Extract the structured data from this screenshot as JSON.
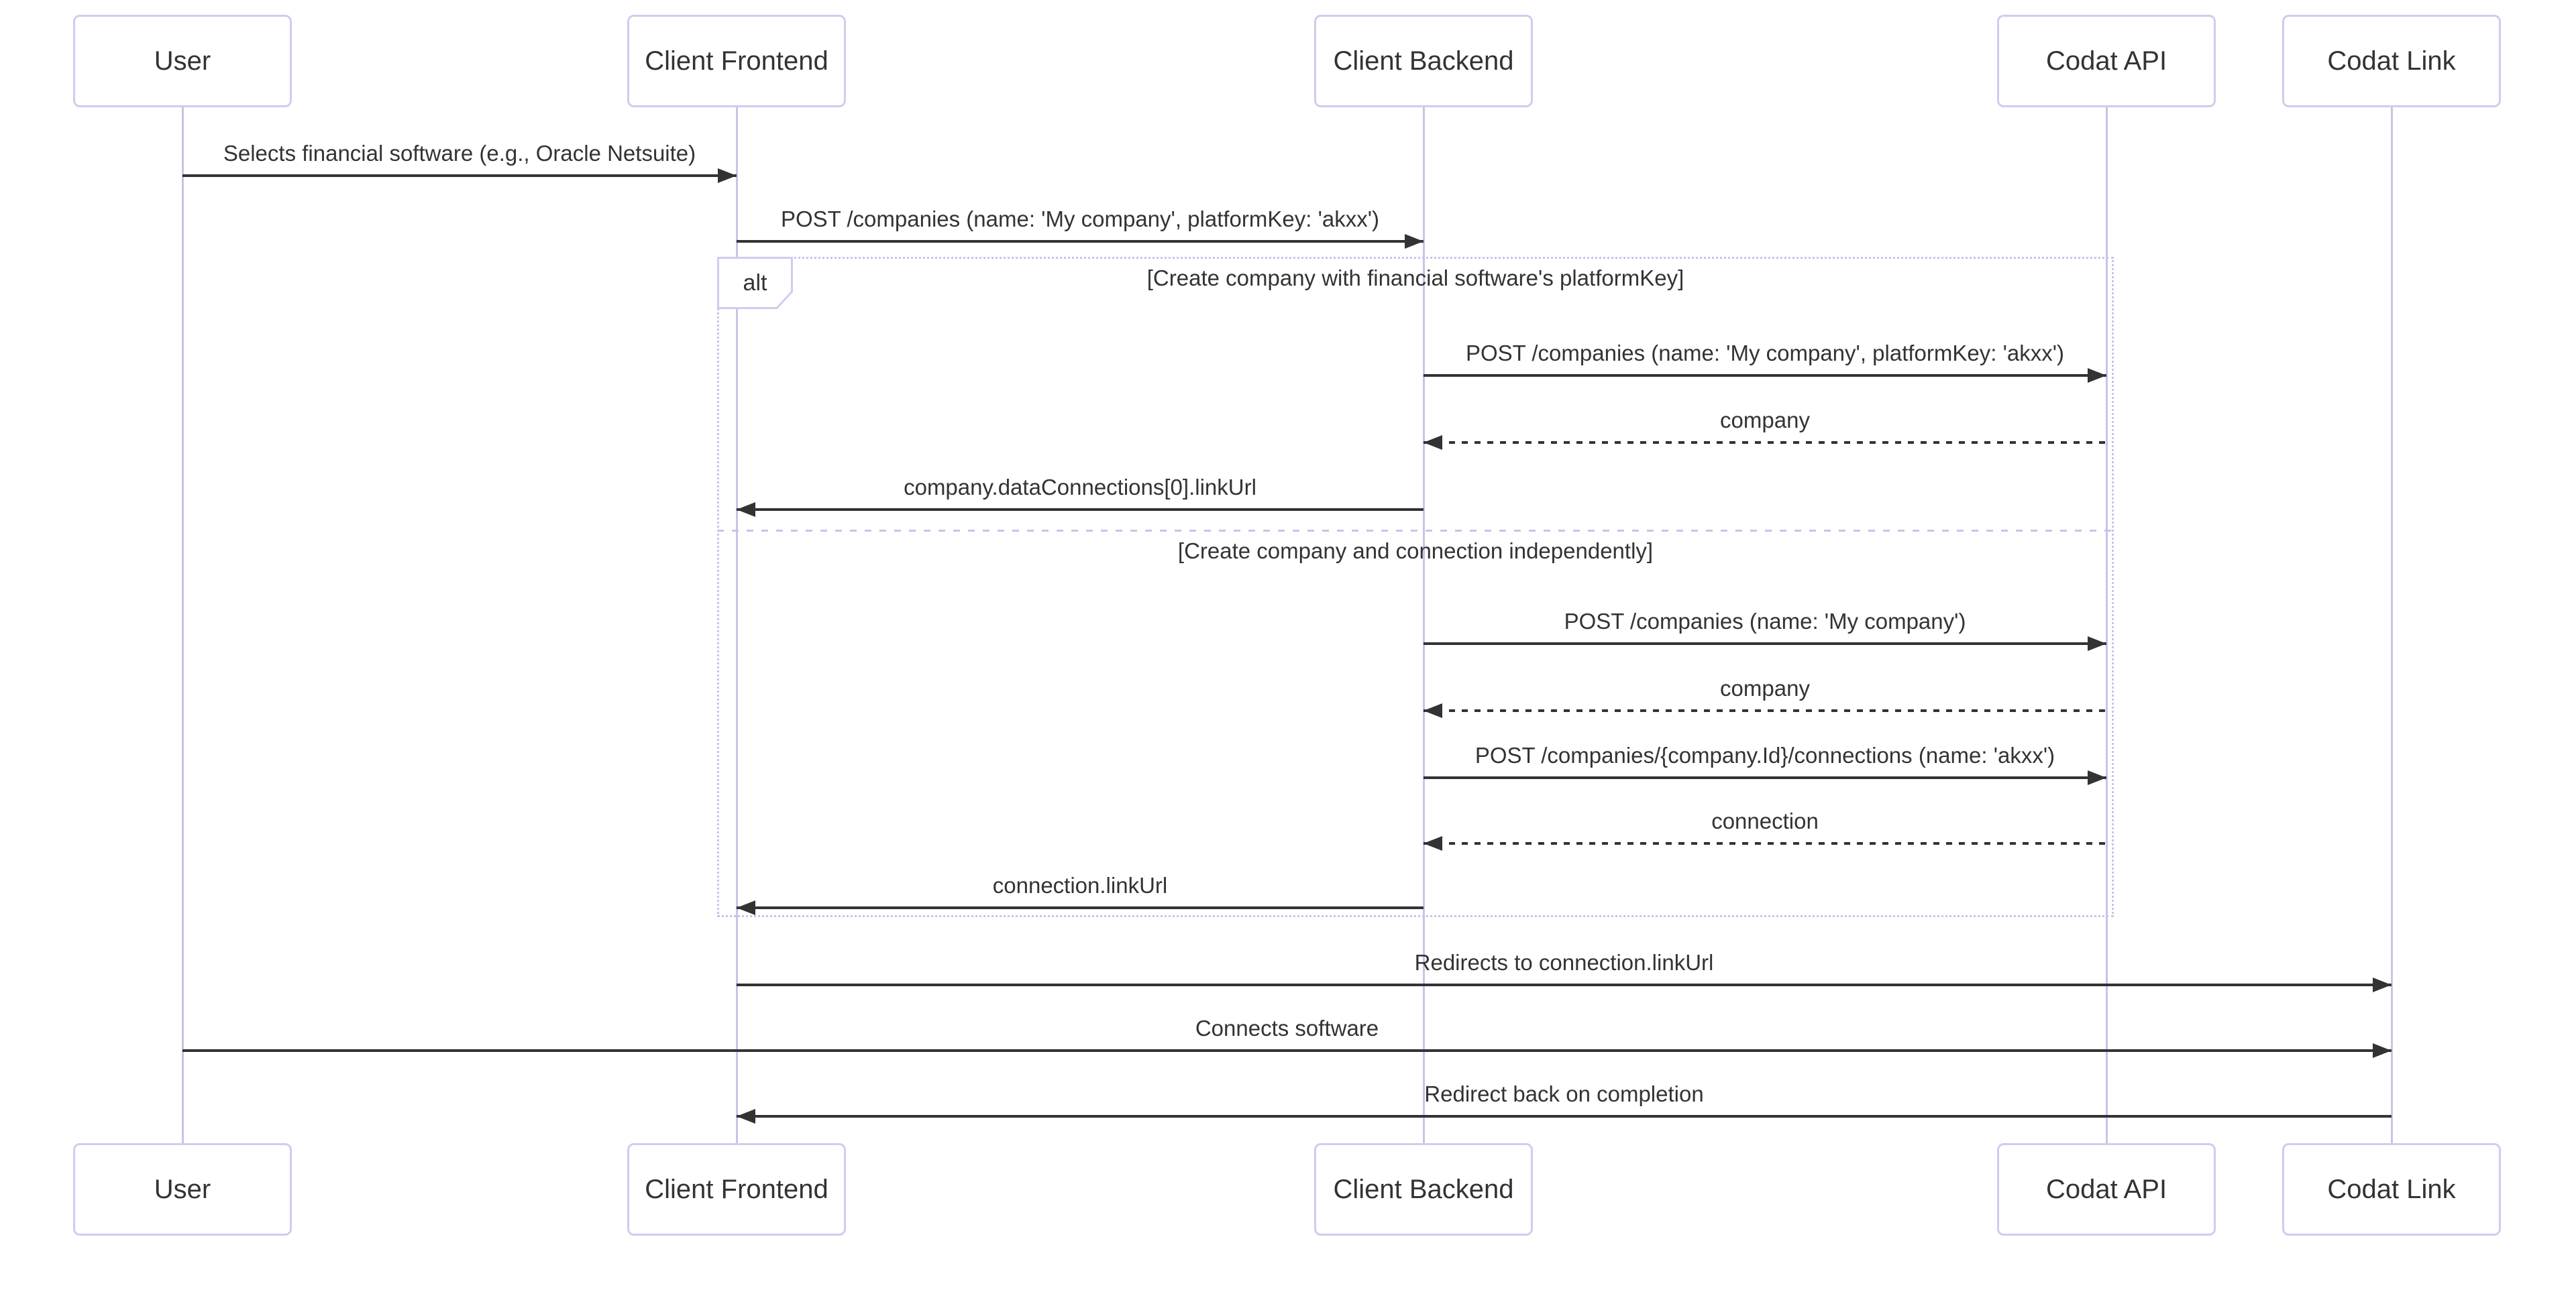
{
  "diagram": {
    "type": "sequence",
    "actors": [
      {
        "id": "user",
        "label": "User"
      },
      {
        "id": "client-frontend",
        "label": "Client Frontend"
      },
      {
        "id": "client-backend",
        "label": "Client Backend"
      },
      {
        "id": "codat-api",
        "label": "Codat API"
      },
      {
        "id": "codat-link",
        "label": "Codat Link"
      }
    ],
    "alt_block": {
      "operator": "alt",
      "sections": [
        {
          "label": "[Create company with financial software's platformKey]"
        },
        {
          "label": "[Create company and connection independently]"
        }
      ]
    },
    "messages": [
      {
        "from": "user",
        "to": "client-frontend",
        "style": "solid",
        "text": "Selects financial software (e.g., Oracle Netsuite)"
      },
      {
        "from": "client-frontend",
        "to": "client-backend",
        "style": "solid",
        "text": "POST /companies (name: 'My company', platformKey: 'akxx')"
      },
      {
        "from": "client-backend",
        "to": "codat-api",
        "style": "solid",
        "text": "POST /companies (name: 'My company', platformKey: 'akxx')",
        "section": 0
      },
      {
        "from": "codat-api",
        "to": "client-backend",
        "style": "dashed",
        "text": "company",
        "section": 0
      },
      {
        "from": "client-backend",
        "to": "client-frontend",
        "style": "solid",
        "text": "company.dataConnections[0].linkUrl",
        "section": 0
      },
      {
        "from": "client-backend",
        "to": "codat-api",
        "style": "solid",
        "text": "POST /companies (name: 'My company')",
        "section": 1
      },
      {
        "from": "codat-api",
        "to": "client-backend",
        "style": "dashed",
        "text": "company",
        "section": 1
      },
      {
        "from": "client-backend",
        "to": "codat-api",
        "style": "solid",
        "text": "POST /companies/{company.Id}/connections (name: 'akxx')",
        "section": 1
      },
      {
        "from": "codat-api",
        "to": "client-backend",
        "style": "dashed",
        "text": "connection",
        "section": 1
      },
      {
        "from": "client-backend",
        "to": "client-frontend",
        "style": "solid",
        "text": "connection.linkUrl",
        "section": 1
      },
      {
        "from": "client-frontend",
        "to": "codat-link",
        "style": "solid",
        "text": "Redirects to connection.linkUrl"
      },
      {
        "from": "user",
        "to": "codat-link",
        "style": "solid",
        "text": "Connects software"
      },
      {
        "from": "codat-link",
        "to": "client-frontend",
        "style": "solid",
        "text": "Redirect back on completion"
      }
    ],
    "colors": {
      "actor_border": "#cdcdf0",
      "lifeline": "#c5c5e8",
      "frame_border": "#c5c5e8",
      "arrow": "#333333",
      "text": "#333333",
      "background": "#ffffff"
    }
  }
}
